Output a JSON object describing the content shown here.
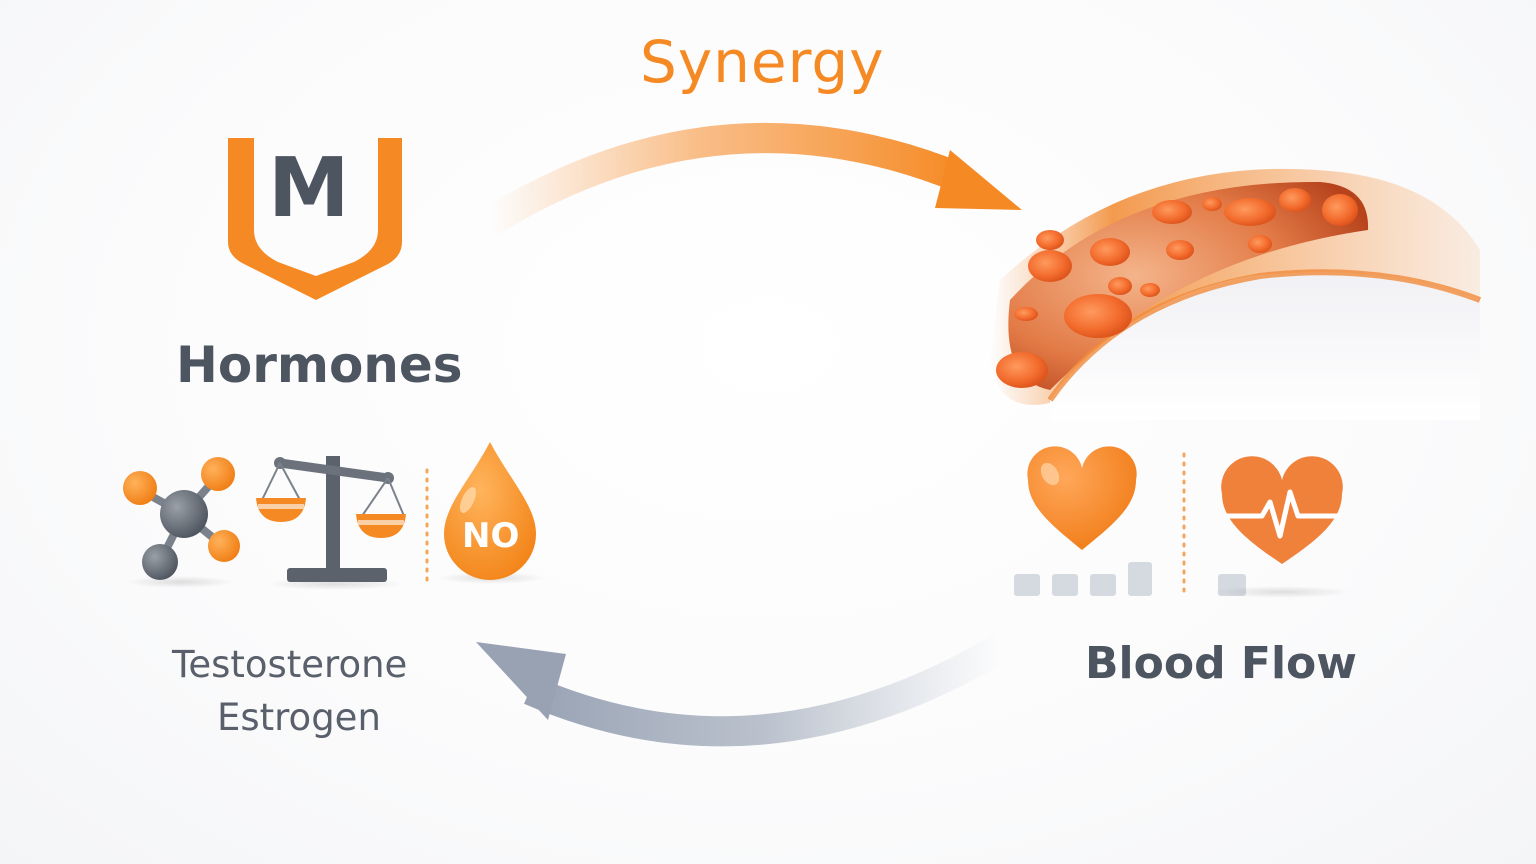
{
  "title": "Synergy",
  "logo_letter": "M",
  "hormones": {
    "heading": "Hormones",
    "items": [
      "Testosterone",
      "Estrogen"
    ],
    "no_label": "NO"
  },
  "blood_flow": {
    "heading": "Blood Flow"
  },
  "icons": {
    "logo": "m-shield-logo-icon",
    "molecule": "molecule-icon",
    "scale": "balance-scale-icon",
    "drop": "nitric-oxide-drop-icon",
    "vessel": "blood-vessel-icon",
    "heart": "heart-icon",
    "heartbeat": "heartbeat-icon",
    "bars": "bar-indicator-icon"
  },
  "colors": {
    "accent": "#f58a24",
    "text": "#4d5561",
    "arrow_return": "#a3adbd"
  }
}
